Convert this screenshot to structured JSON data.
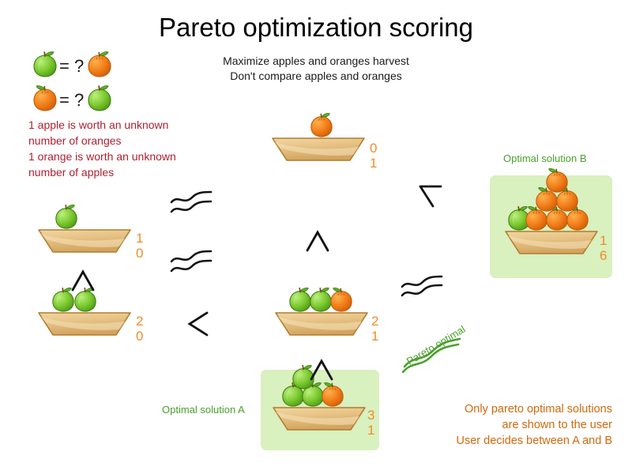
{
  "title": "Pareto optimization scoring",
  "subtitle": {
    "line1": "Maximize apples and oranges harvest",
    "line2": "Don't compare apples and oranges"
  },
  "legend": {
    "equivalence_rows": [
      {
        "left_fruit": "apple",
        "operator": "= ?",
        "right_fruit": "orange"
      },
      {
        "left_fruit": "orange",
        "operator": "= ?",
        "right_fruit": "apple"
      }
    ],
    "note_line1": "1 apple is worth an unknown",
    "note_line2": "number of oranges",
    "note_line3": "1 orange is worth an unknown",
    "note_line4": "number of apples"
  },
  "footer": {
    "line1": "Only pareto optimal solutions",
    "line2": "are shown to the user",
    "line3": "User decides between A and B"
  },
  "labels": {
    "optimal_solution_a": "Optimal solution A",
    "optimal_solution_b": "Optimal solution B",
    "pareto_optimal": "Pareto optimal"
  },
  "colors": {
    "apple": "#6fc22a",
    "orange": "#f07d20",
    "bowl": "#e3b873",
    "score_text": "#f28c28",
    "note_text": "#b02030",
    "footer_text": "#d2690e",
    "solution_label": "#4aa02c",
    "highlight_box": "#d9f0bf"
  },
  "bowls": [
    {
      "id": "bowl-orange-only",
      "apples": 0,
      "oranges": 1,
      "score_apples": "0",
      "score_oranges": "1",
      "highlighted": false
    },
    {
      "id": "bowl-one-apple",
      "apples": 1,
      "oranges": 0,
      "score_apples": "1",
      "score_oranges": "0",
      "highlighted": false
    },
    {
      "id": "bowl-two-apples",
      "apples": 2,
      "oranges": 0,
      "score_apples": "2",
      "score_oranges": "0",
      "highlighted": false
    },
    {
      "id": "bowl-two-apples-one-orange",
      "apples": 2,
      "oranges": 1,
      "score_apples": "2",
      "score_oranges": "1",
      "highlighted": false
    },
    {
      "id": "bowl-solution-a",
      "apples": 3,
      "oranges": 1,
      "score_apples": "3",
      "score_oranges": "1",
      "highlighted": true
    },
    {
      "id": "bowl-solution-b",
      "apples": 1,
      "oranges": 6,
      "score_apples": "1",
      "score_oranges": "6",
      "highlighted": true
    }
  ],
  "comparators": [
    {
      "id": "cmp-approx-top-left",
      "symbol": "approximately-equal"
    },
    {
      "id": "cmp-approx-mid-left",
      "symbol": "approximately-equal"
    },
    {
      "id": "cmp-caret-left",
      "symbol": "caret-up"
    },
    {
      "id": "cmp-less-than",
      "symbol": "less-than"
    },
    {
      "id": "cmp-caret-center",
      "symbol": "caret-up"
    },
    {
      "id": "cmp-caret-solution-a",
      "symbol": "caret-up"
    },
    {
      "id": "cmp-angle-top-right",
      "symbol": "angle-down-left"
    },
    {
      "id": "cmp-approx-right",
      "symbol": "approximately-equal"
    }
  ]
}
